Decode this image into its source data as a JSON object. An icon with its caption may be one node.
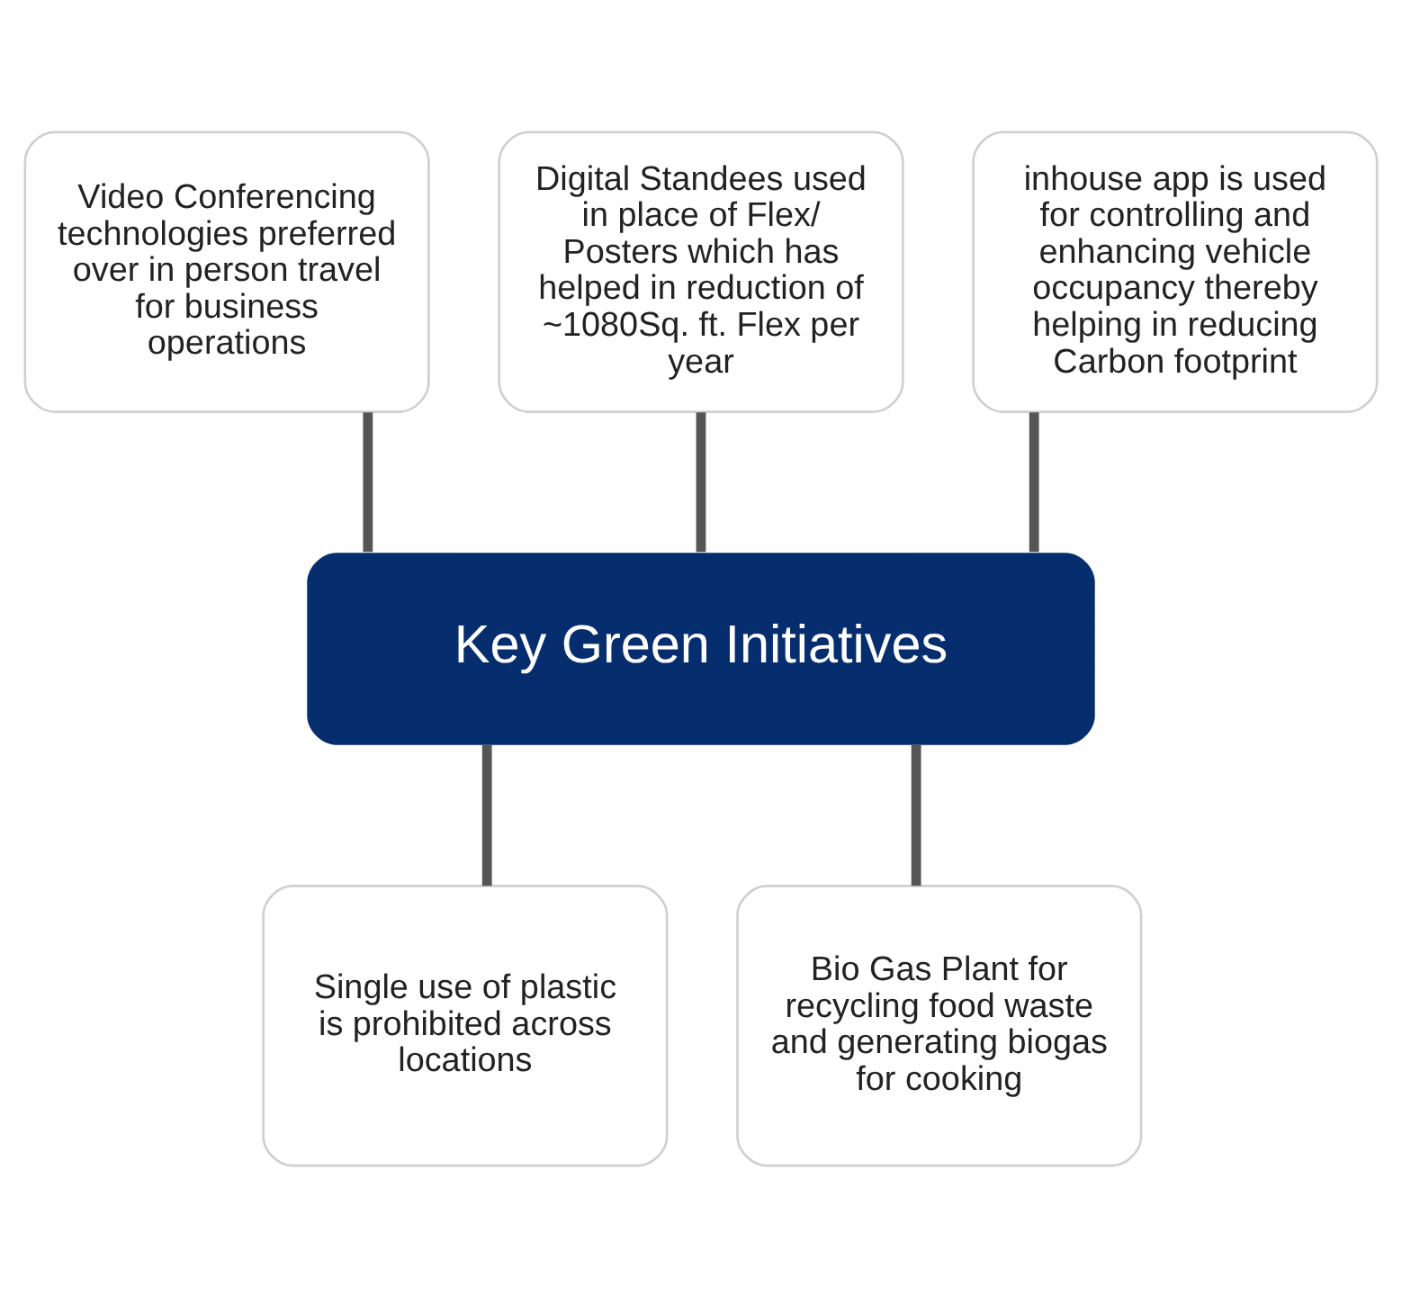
{
  "diagram": {
    "nodes": [
      {
        "text": [
          "Video Conferencing technologies preferred over in person travel for business operations"
        ]
      },
      {
        "text": [
          "Digital Standees used in place of Flex/ Posters which has helped in reduction of ~1080Sq. ft. Flex per year"
        ]
      },
      {
        "text": [
          "inhouse app is used for controlling and enhancing vehicle occupancy thereby helping in reducing Carbon footprint"
        ]
      },
      {
        "text": [
          "Key Green Initiatives"
        ]
      },
      {
        "text": [
          "Single use of plastic is prohibited across locations"
        ]
      },
      {
        "text": [
          "Bio Gas Plant for recycling food waste and generating biogas for cooking"
        ]
      }
    ],
    "edges": [
      {
        "from": 0,
        "to": 3,
        "arrow": "none"
      },
      {
        "from": 1,
        "to": 3,
        "arrow": "none"
      },
      {
        "from": 2,
        "to": 3,
        "arrow": "none"
      },
      {
        "from": 3,
        "to": 4,
        "arrow": "none"
      },
      {
        "from": 3,
        "to": 5,
        "arrow": "none"
      }
    ]
  }
}
